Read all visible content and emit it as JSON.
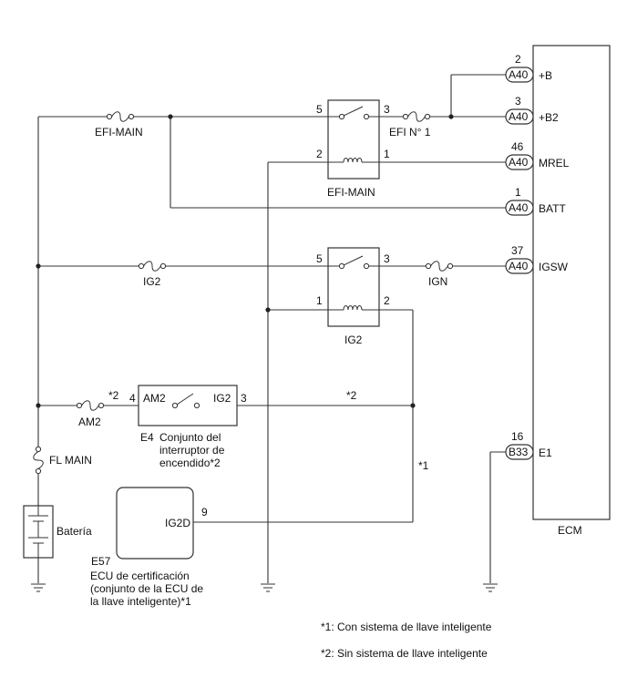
{
  "ecm": {
    "name": "ECM",
    "pins": [
      {
        "num": "2",
        "conn": "A40",
        "label": "+B"
      },
      {
        "num": "3",
        "conn": "A40",
        "label": "+B2"
      },
      {
        "num": "46",
        "conn": "A40",
        "label": "MREL"
      },
      {
        "num": "1",
        "conn": "A40",
        "label": "BATT"
      },
      {
        "num": "37",
        "conn": "A40",
        "label": "IGSW"
      },
      {
        "num": "16",
        "conn": "B33",
        "label": "E1"
      }
    ]
  },
  "relays": {
    "efi_main": {
      "label": "EFI-MAIN",
      "pin5": "5",
      "pin3": "3",
      "pin2": "2",
      "pin1": "1"
    },
    "ig2": {
      "label": "IG2",
      "pin5": "5",
      "pin3": "3",
      "pin1": "1",
      "pin2": "2"
    }
  },
  "fuses": {
    "efi_main": "EFI-MAIN",
    "efi_no1": "EFI N° 1",
    "ig2": "IG2",
    "ign": "IGN",
    "am2": "AM2",
    "fl_main": "FL MAIN"
  },
  "ignition_switch": {
    "code": "E4",
    "name_lines": [
      "Conjunto del",
      "interruptor de",
      "encendido*2"
    ],
    "pin_left": "4",
    "pin_right": "3",
    "term_left": "AM2",
    "term_right": "IG2",
    "wire_note_left": "*2",
    "wire_note_right": "*2"
  },
  "ig2_line_note": "*1",
  "ecu_cert": {
    "code": "E57",
    "terminal": "IG2D",
    "pin": "9",
    "name_lines": [
      "ECU de certificación",
      "(conjunto de la ECU de",
      "la llave inteligente)*1"
    ]
  },
  "battery": {
    "label": "Batería"
  },
  "notes": [
    "*1: Con sistema de llave inteligente",
    "*2: Sin sistema de llave inteligente"
  ]
}
